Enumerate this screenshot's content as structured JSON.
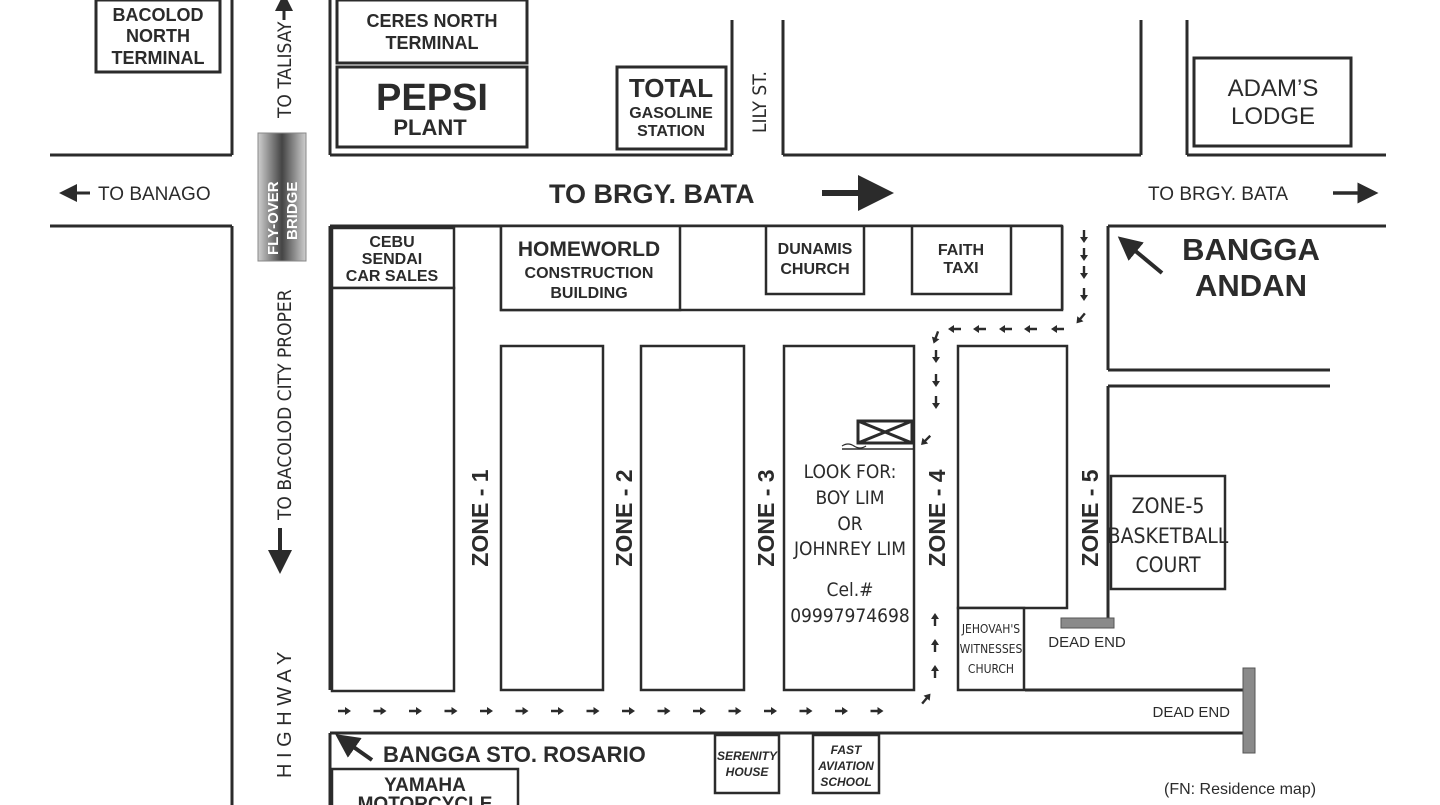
{
  "landmarks": {
    "bacolod_north_terminal": [
      "BACOLOD",
      "NORTH",
      "TERMINAL"
    ],
    "ceres_north_terminal": [
      "CERES  NORTH",
      "TERMINAL"
    ],
    "pepsi_plant": [
      "PEPSI",
      "PLANT"
    ],
    "total_station": [
      "TOTAL",
      "GASOLINE",
      "STATION"
    ],
    "adams_lodge": [
      "ADAM’S",
      "LODGE"
    ],
    "cebu_sendai": [
      "CEBU",
      "SENDAI",
      "CAR SALES"
    ],
    "homeworld": [
      "HOMEWORLD",
      "CONSTRUCTION",
      "BUILDING"
    ],
    "dunamis_church": [
      "DUNAMIS",
      "CHURCH"
    ],
    "faith_taxi": [
      "FAITH",
      "TAXI"
    ],
    "zone5_court": [
      "ZONE-5",
      "BASKETBALL",
      "COURT"
    ],
    "jehovahs_church": [
      "JEHOVAH'S",
      "WITNESSES",
      "CHURCH"
    ],
    "serenity_house": [
      "SERENITY",
      "HOUSE"
    ],
    "fast_aviation": [
      "FAST",
      "AVIATION",
      "SCHOOL"
    ],
    "yamaha": [
      "YAMAHA",
      "MOTORCYCLE"
    ]
  },
  "roads": {
    "to_talisay": "TO TALISAY",
    "to_banago": "TO BANAGO",
    "to_bata_main": "TO BRGY. BATA",
    "to_bata_right": "TO BRGY. BATA",
    "lily_st": "LILY ST.",
    "flyover": [
      "FLY-OVER",
      "BRIDGE"
    ],
    "to_bacolod": "TO BACOLOD CITY PROPER",
    "highway": "H I G H W A Y",
    "bangga_andan": [
      "BANGGA",
      "ANDAN"
    ],
    "bangga_sto_rosario": "BANGGA STO. ROSARIO"
  },
  "zones": [
    "ZONE - 1",
    "ZONE - 2",
    "ZONE - 3",
    "ZONE - 4",
    "ZONE - 5"
  ],
  "residence": {
    "look_for": [
      "LOOK FOR:",
      "BOY LIM",
      "OR",
      "JOHNREY LIM"
    ],
    "cel_label": "Cel.#",
    "cel_number": "09997974698"
  },
  "dead_end_labels": [
    "DEAD END",
    "DEAD END"
  ],
  "footer_note": "(FN: Residence map)"
}
